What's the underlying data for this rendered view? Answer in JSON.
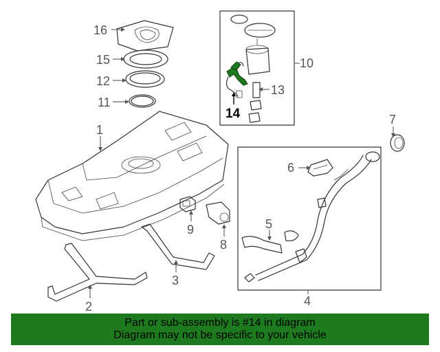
{
  "diagram": {
    "callouts": [
      "1",
      "2",
      "3",
      "4",
      "5",
      "6",
      "7",
      "8",
      "9",
      "10",
      "11",
      "12",
      "13",
      "14",
      "15",
      "16"
    ],
    "highlighted_callout": "14",
    "highlight_color": "#1e7a1e"
  },
  "banner": {
    "line1": "Part or sub-assembly is #14 in diagram",
    "line2": "Diagram may not be specific to your vehicle",
    "background": "#1e7a1e"
  }
}
